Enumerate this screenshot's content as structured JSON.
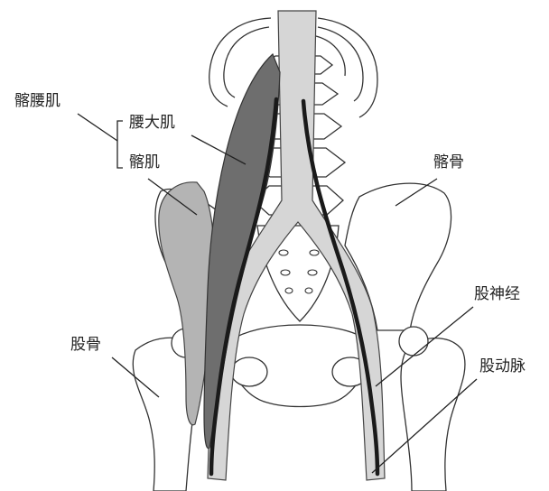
{
  "labels": {
    "iliopsoas": "髂腰肌",
    "psoas_major": "腰大肌",
    "iliacus": "髂肌",
    "ilium": "髂骨",
    "femur": "股骨",
    "femoral_nerve": "股神经",
    "femoral_artery": "股动脉"
  },
  "colors": {
    "psoas_major": "#6e6e6e",
    "iliacus": "#b4b4b4",
    "nerve_artery": "#1a1a1a",
    "vessel_fill": "#d6d6d6"
  }
}
